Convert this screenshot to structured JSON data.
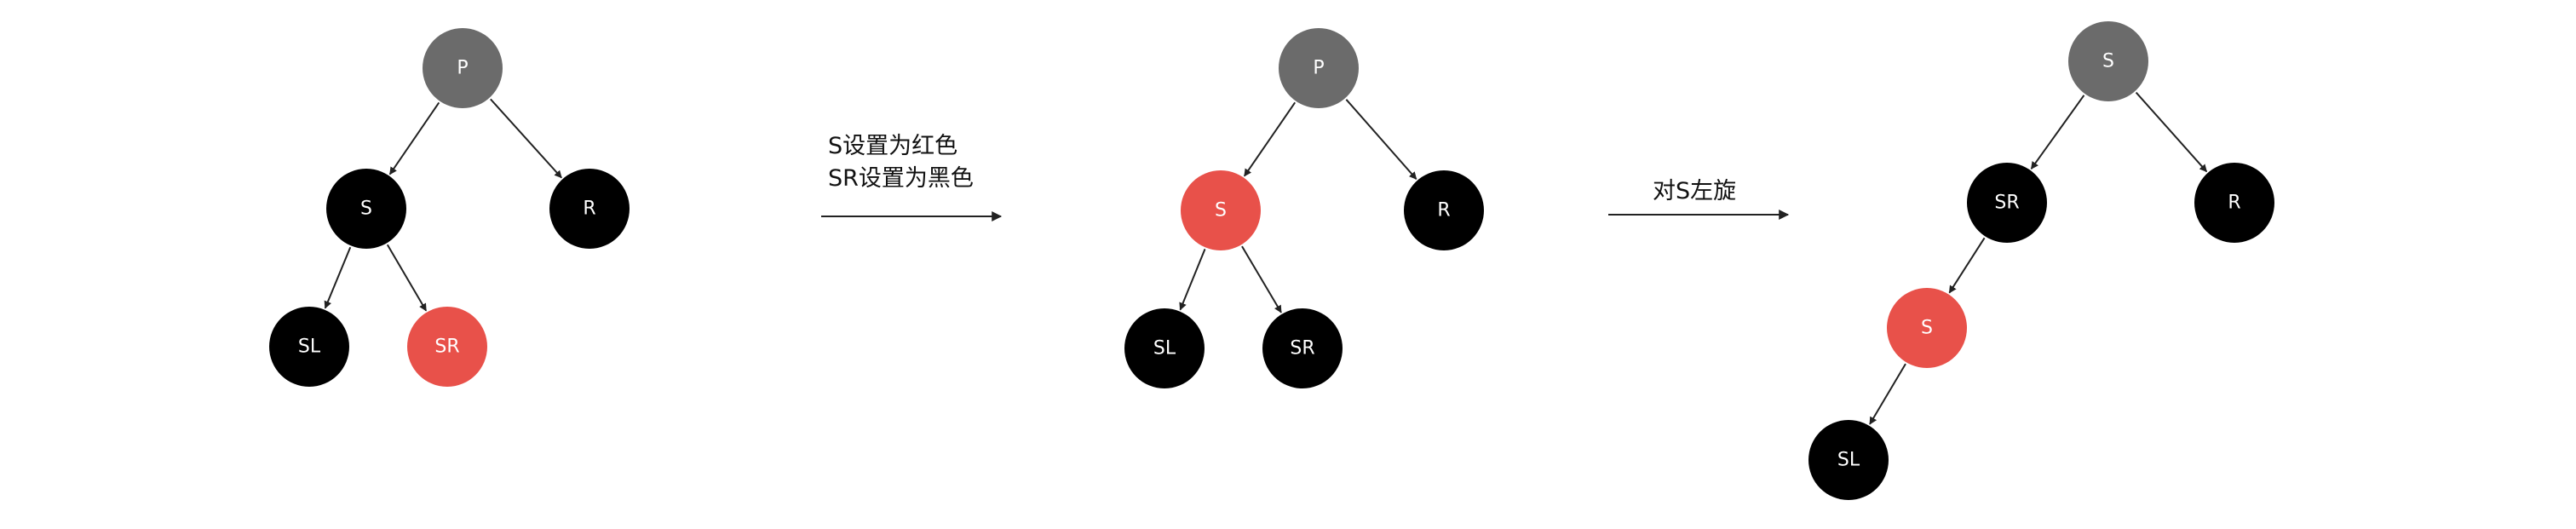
{
  "colors": {
    "gray": "#6b6b6b",
    "black": "#000000",
    "red": "#e8514a",
    "node_text": "#ffffff"
  },
  "stages": [
    {
      "nodes": [
        {
          "id": "P",
          "label": "P",
          "color": "gray"
        },
        {
          "id": "S",
          "label": "S",
          "color": "black"
        },
        {
          "id": "R",
          "label": "R",
          "color": "black"
        },
        {
          "id": "SL",
          "label": "SL",
          "color": "black"
        },
        {
          "id": "SR",
          "label": "SR",
          "color": "red"
        }
      ],
      "edges": [
        [
          "P",
          "S"
        ],
        [
          "P",
          "R"
        ],
        [
          "S",
          "SL"
        ],
        [
          "S",
          "SR"
        ]
      ]
    },
    {
      "nodes": [
        {
          "id": "P",
          "label": "P",
          "color": "gray"
        },
        {
          "id": "S",
          "label": "S",
          "color": "red"
        },
        {
          "id": "R",
          "label": "R",
          "color": "black"
        },
        {
          "id": "SL",
          "label": "SL",
          "color": "black"
        },
        {
          "id": "SR",
          "label": "SR",
          "color": "black"
        }
      ],
      "edges": [
        [
          "P",
          "S"
        ],
        [
          "P",
          "R"
        ],
        [
          "S",
          "SL"
        ],
        [
          "S",
          "SR"
        ]
      ]
    },
    {
      "nodes": [
        {
          "id": "S",
          "label": "S",
          "color": "gray"
        },
        {
          "id": "SR",
          "label": "SR",
          "color": "black"
        },
        {
          "id": "R",
          "label": "R",
          "color": "black"
        },
        {
          "id": "S2",
          "label": "S",
          "color": "red"
        },
        {
          "id": "SL",
          "label": "SL",
          "color": "black"
        }
      ],
      "edges": [
        [
          "S",
          "SR"
        ],
        [
          "S",
          "R"
        ],
        [
          "SR",
          "S2"
        ],
        [
          "S2",
          "SL"
        ]
      ]
    }
  ],
  "transitions": [
    {
      "lines": [
        "S设置为红色",
        "SR设置为黑色"
      ]
    },
    {
      "lines": [
        "对S左旋"
      ]
    }
  ]
}
